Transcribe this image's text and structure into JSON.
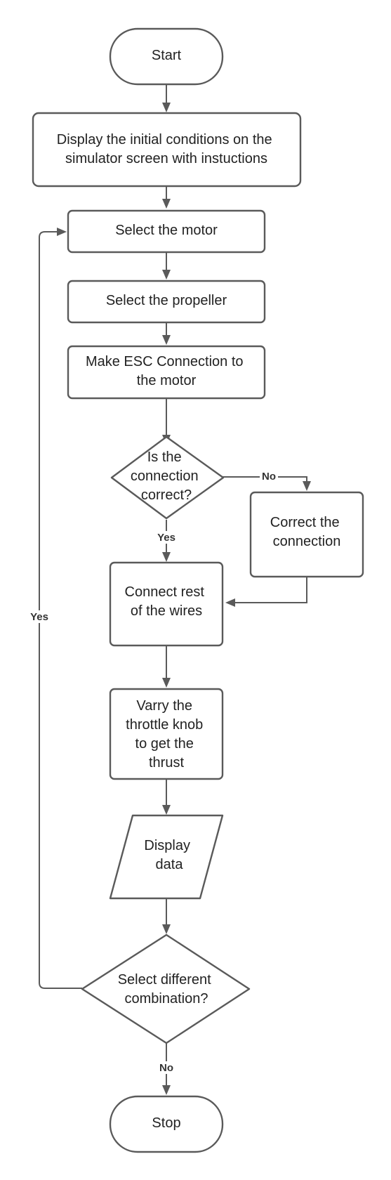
{
  "nodes": {
    "start": "Start",
    "display_initial": [
      "Display the initial conditions  on the",
      "simulator screen with instuctions"
    ],
    "select_motor": "Select the motor",
    "select_propeller": "Select the propeller",
    "esc_connection": [
      "Make ESC Connection to",
      "the motor"
    ],
    "is_correct": [
      "Is the",
      "connection",
      "correct?"
    ],
    "correct_connection": [
      "Correct the",
      "connection"
    ],
    "connect_rest": [
      "Connect rest",
      "of the wires"
    ],
    "vary_throttle": [
      "Varry the",
      "throttle knob",
      "to get the",
      "thrust"
    ],
    "display_data": [
      "Display",
      "data"
    ],
    "select_different": [
      "Select different",
      "combination?"
    ],
    "stop": "Stop"
  },
  "edge_labels": {
    "correct_no": "No",
    "correct_yes": "Yes",
    "different_yes": "Yes",
    "different_no": "No"
  },
  "colors": {
    "stroke": "#5a5a5a",
    "fill": "#ffffff",
    "text": "#222222"
  }
}
